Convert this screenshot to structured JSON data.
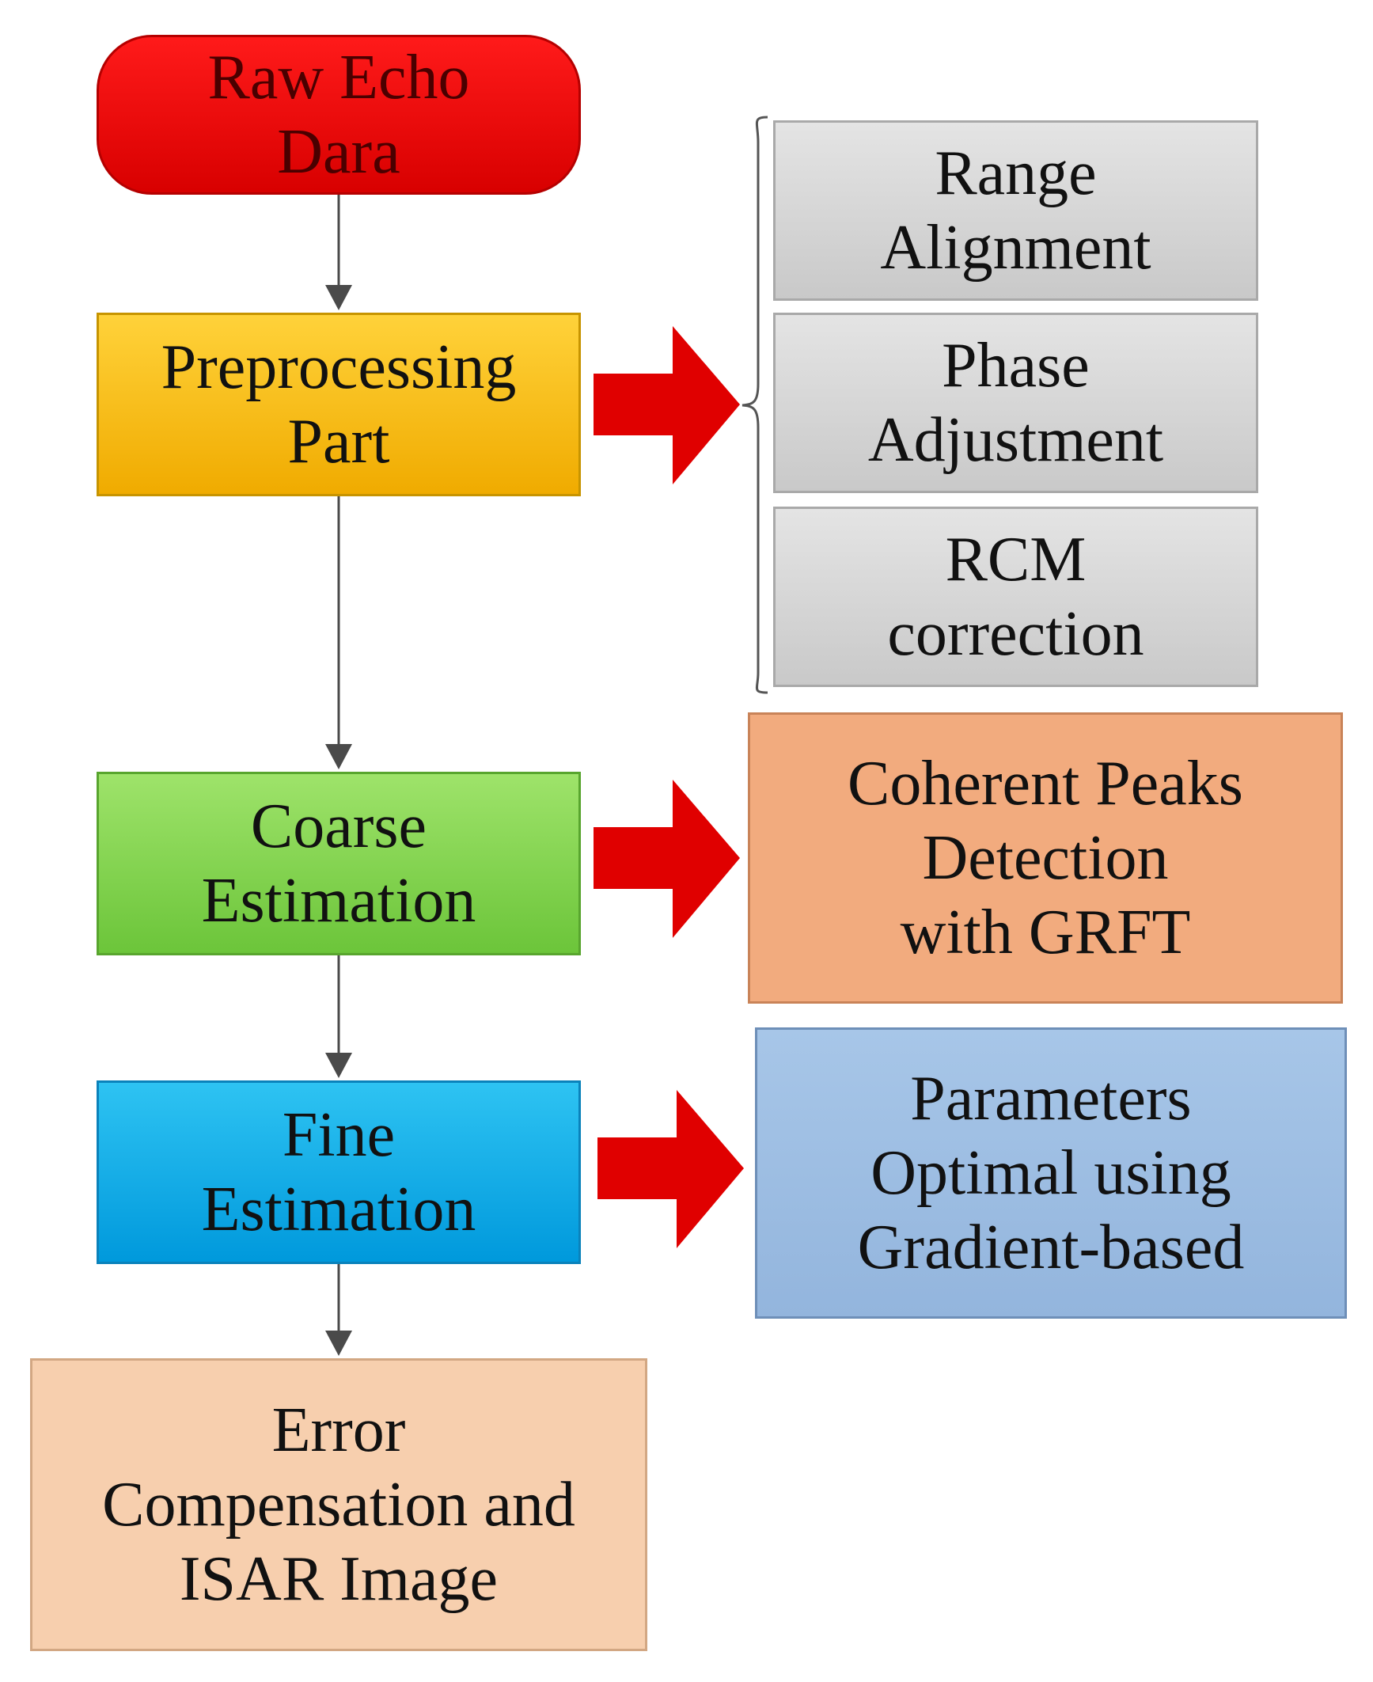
{
  "nodes": {
    "raw_echo": "Raw Echo\nDara",
    "preprocessing": "Preprocessing\nPart",
    "range_alignment": "Range\nAlignment",
    "phase_adjustment": "Phase\nAdjustment",
    "rcm_correction": "RCM\ncorrection",
    "coarse_estimation": "Coarse\nEstimation",
    "coherent_peaks": "Coherent Peaks\nDetection\nwith GRFT",
    "fine_estimation": "Fine\nEstimation",
    "parameters_optimal": "Parameters\nOptimal using\nGradient-based",
    "error_compensation": "Error\nCompensation and\nISAR  Image"
  },
  "colors": {
    "start": "#e00000",
    "preprocessing": "#f5b800",
    "coarse": "#7cd048",
    "fine": "#0aa8e8",
    "substep": "#d6d6d6",
    "coherent": "#f2ab7e",
    "parameters": "#9dbde2",
    "output": "#f7cfae",
    "block_arrow": "#e00000",
    "connector": "#4a4a4a"
  }
}
